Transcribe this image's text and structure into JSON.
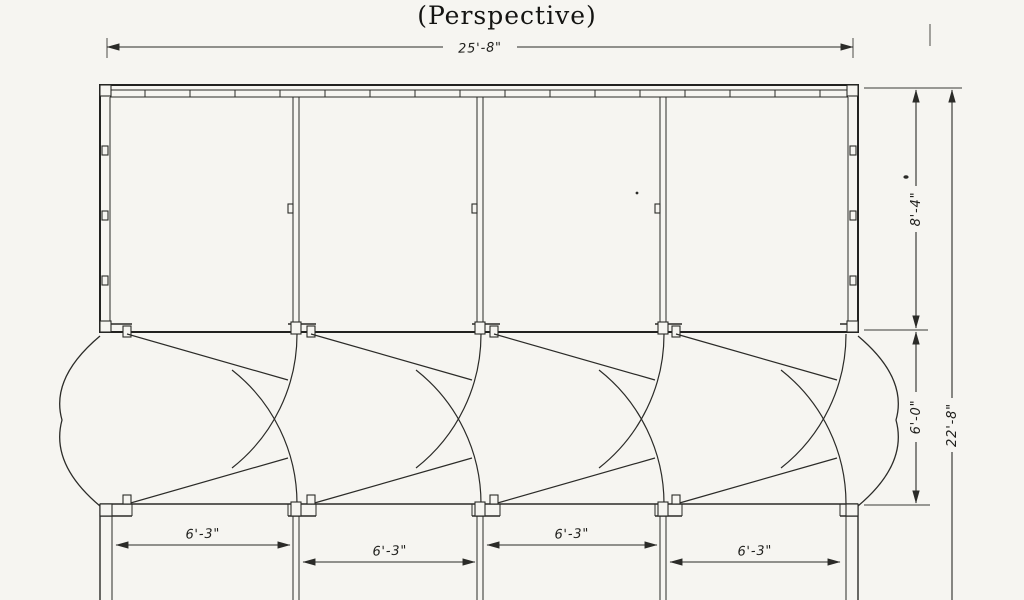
{
  "title": "(Perspective)",
  "dims": {
    "width_total": "25'-8\"",
    "depth_upper": "8'-4\"",
    "gap_height": "6'-0\"",
    "depth_total": "22'-8\"",
    "bay_1": "6'-3\"",
    "bay_2": "6'-3\"",
    "bay_3": "6'-3\"",
    "bay_4": "6'-3\""
  }
}
